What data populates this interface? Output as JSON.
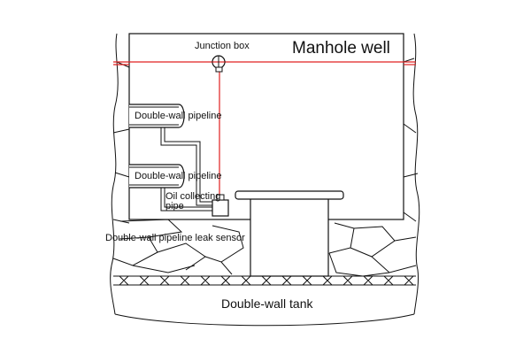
{
  "labels": {
    "manhole_well": "Manhole well",
    "junction_box": "Junction box",
    "pipeline_upper": "Double-wall pipeline",
    "pipeline_lower": "Double-wall pipeline",
    "oil_collecting_pipe_1": "Oil collecting",
    "oil_collecting_pipe_2": "pipe",
    "leak_sensor": "Double-wall pipeline leak sensor",
    "tank": "Double-wall tank"
  },
  "colors": {
    "cable": "#e02020",
    "line": "#111111",
    "background": "#ffffff"
  }
}
